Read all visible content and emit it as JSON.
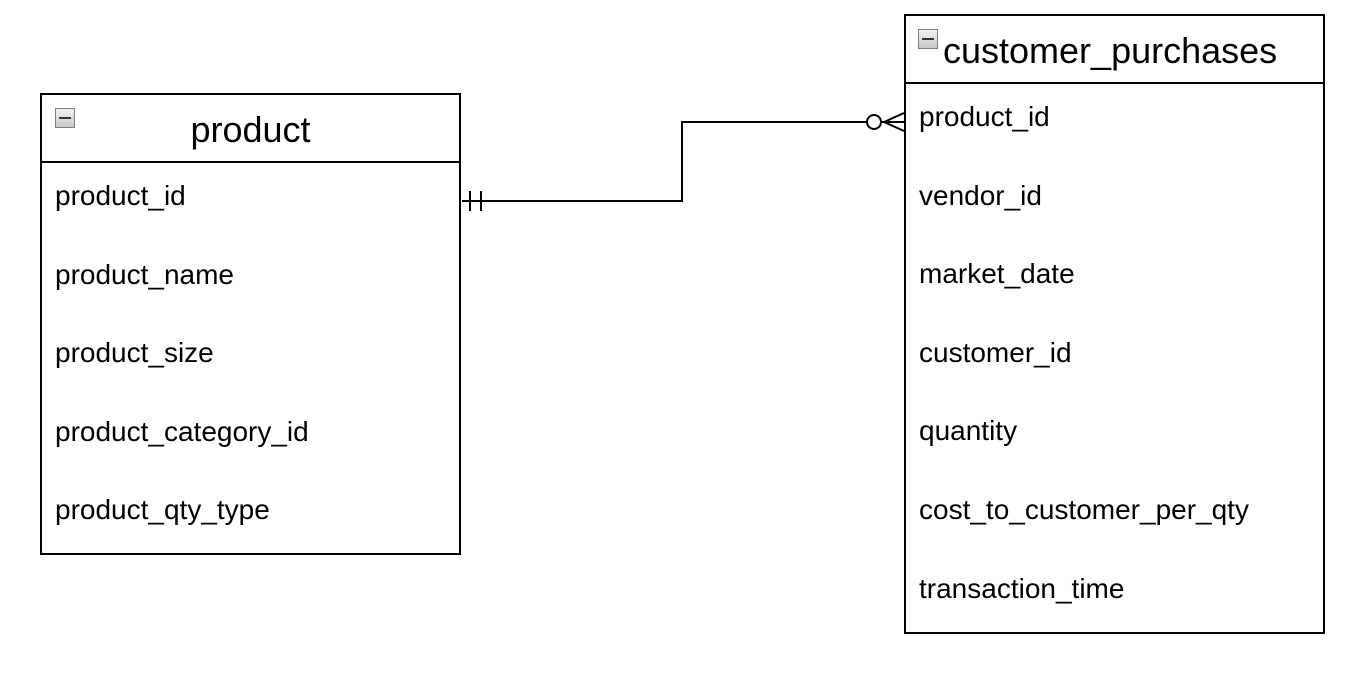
{
  "entities": {
    "product": {
      "title": "product",
      "fields": [
        "product_id",
        "product_name",
        "product_size",
        "product_category_id",
        "product_qty_type"
      ]
    },
    "customer_purchases": {
      "title": "customer_purchases",
      "fields": [
        "product_id",
        "vendor_id",
        "market_date",
        "customer_id",
        "quantity",
        "cost_to_customer_per_qty",
        "transaction_time"
      ]
    }
  },
  "relationship": {
    "from": "product.product_id",
    "to": "customer_purchases.product_id",
    "from_cardinality": "exactly-one",
    "to_cardinality": "zero-or-many"
  }
}
